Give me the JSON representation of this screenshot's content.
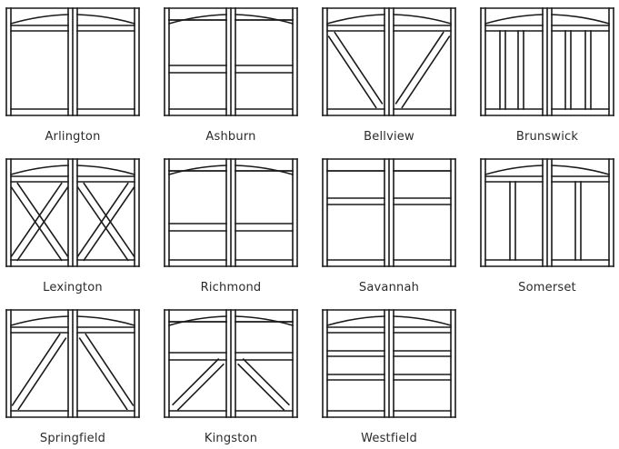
{
  "styles": [
    {
      "id": "arlington",
      "name": "Arlington"
    },
    {
      "id": "ashburn",
      "name": "Ashburn"
    },
    {
      "id": "bellview",
      "name": "Bellview"
    },
    {
      "id": "brunswick",
      "name": "Brunswick"
    },
    {
      "id": "lexington",
      "name": "Lexington"
    },
    {
      "id": "richmond",
      "name": "Richmond"
    },
    {
      "id": "savannah",
      "name": "Savannah"
    },
    {
      "id": "somerset",
      "name": "Somerset"
    },
    {
      "id": "springfield",
      "name": "Springfield"
    },
    {
      "id": "kingston",
      "name": "Kingston"
    },
    {
      "id": "westfield",
      "name": "Westfield"
    }
  ]
}
